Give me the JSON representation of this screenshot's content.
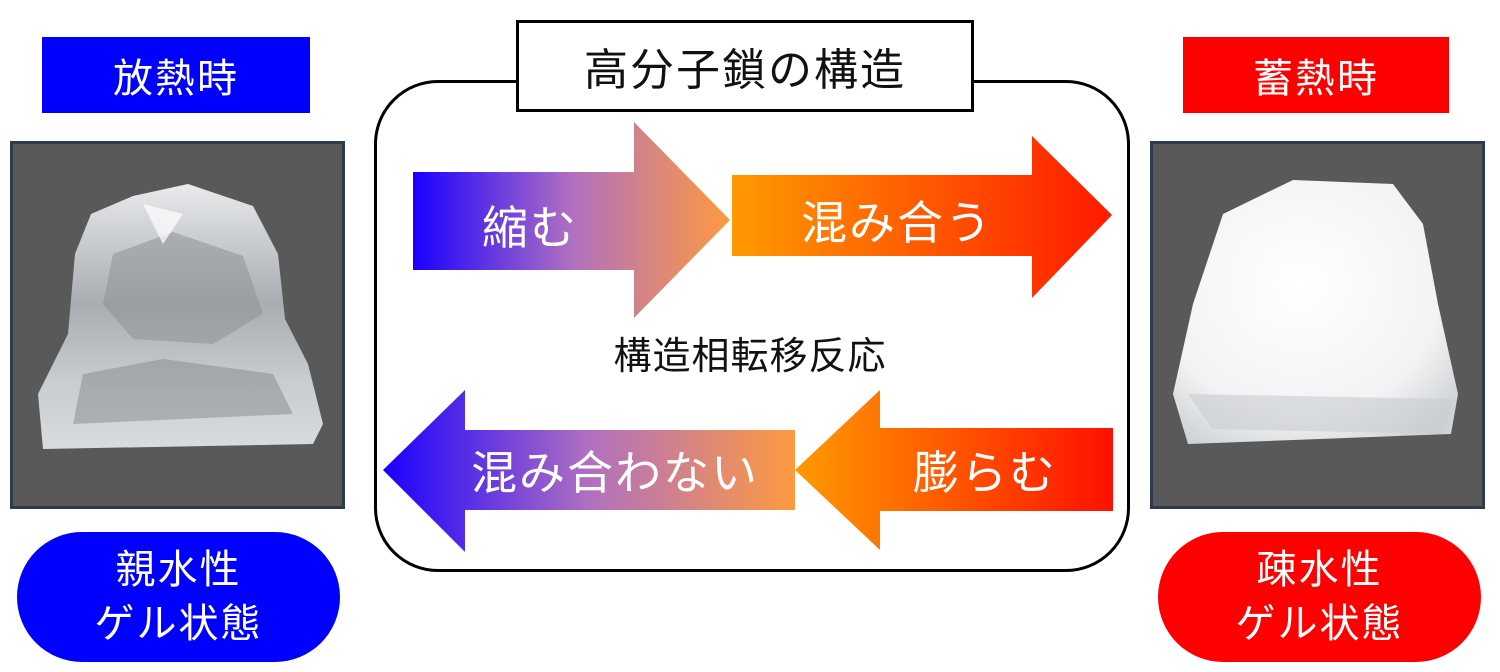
{
  "left": {
    "header": "放熱時",
    "state_line1": "親水性",
    "state_line2": "ゲル状態",
    "color": "#0000ff"
  },
  "right": {
    "header": "蓄熱時",
    "state_line1": "疎水性",
    "state_line2": "ゲル状態",
    "color": "#ff0000"
  },
  "center": {
    "title": "高分子鎖の構造",
    "reaction": "構造相転移反応",
    "arrows": {
      "shrink": "縮む",
      "mix": "混み合う",
      "swell": "膨らむ",
      "unmix": "混み合わない"
    }
  }
}
